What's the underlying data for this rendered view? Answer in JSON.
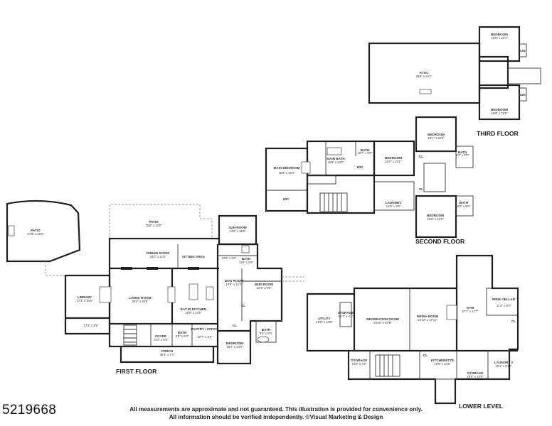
{
  "floors": {
    "first": "FIRST FLOOR",
    "second": "SECOND FLOOR",
    "third": "THIRD FLOOR",
    "lower": "LOWER LEVEL"
  },
  "rooms": {
    "patio_left": {
      "name": "PATIO",
      "dims": "27'8\" x 28'0\""
    },
    "patio_top": {
      "name": "PATIO",
      "dims": "35'6\" x 13'8\""
    },
    "sun_room": {
      "name": "SUN ROOM",
      "dims": "13'9\" x 11'8\""
    },
    "dining_room": {
      "name": "DINING ROOM",
      "dims": "43'0\" x 12'8\""
    },
    "sitting_area": {
      "name": "SITTING AREA",
      "dims": ""
    },
    "dims_109": {
      "name": "",
      "dims": "10'9\" x 8'5\""
    },
    "bath_first": {
      "name": "BATH",
      "dims": "11'6\" x 5'8\""
    },
    "library": {
      "name": "LIBRARY",
      "dims": "17'3\" x 16'6\""
    },
    "living_room": {
      "name": "LIVING ROOM",
      "dims": "25'3\" x 20'5\""
    },
    "dog_room": {
      "name": "DOG ROOM",
      "dims": "10'8\" x 12'3\""
    },
    "mud_room": {
      "name": "MUD ROOM",
      "dims": "12'3\" x 8'5\""
    },
    "eat_in_kitchen": {
      "name": "EAT IN KITCHEN",
      "dims": "20'5\" x 14'5\""
    },
    "porch_left": {
      "name": "",
      "dims": "17'3\" x 8'5\""
    },
    "foyer": {
      "name": "FOYER",
      "dims": "14'4\" x 9'5\""
    },
    "bath_small": {
      "name": "BATH",
      "dims": "5'8\" x 5'0\""
    },
    "pantry": {
      "name": "PANTRY / OFFICE",
      "dims": "10'7\" x 9'2\""
    },
    "bedroom_first": {
      "name": "BEDROOM",
      "dims": "15'7\" x 14'0\""
    },
    "bath_bed_first": {
      "name": "BATH",
      "dims": "9'2\" x 8'6\""
    },
    "porch": {
      "name": "PORCH",
      "dims": "38'2\" x 7'4\""
    },
    "attic": {
      "name": "ATTIC",
      "dims": "43'6\" x 24'2\""
    },
    "bed3_top": {
      "name": "BEDROOM",
      "dims": "16'5\" x 15'4\""
    },
    "bed3_bottom": {
      "name": "BEDROOM",
      "dims": "16'9\" x 15'5\""
    },
    "main_bedroom": {
      "name": "MAIN BEDROOM",
      "dims": "16'6\" x 16'4\""
    },
    "main_bath": {
      "name": "MAIN BATH",
      "dims": "16'6\" x 13'5\""
    },
    "bath_2nd": {
      "name": "BATH",
      "dims": "10'7\" x 5'6\""
    },
    "wic_a": {
      "name": "WIC",
      "dims": ""
    },
    "wic_b": {
      "name": "WIC",
      "dims": ""
    },
    "bed2_mid": {
      "name": "BEDROOM",
      "dims": "15'9\" x 15'1\""
    },
    "bed2_top": {
      "name": "BEDROOM",
      "dims": "18'1\" x 15'6\""
    },
    "bath_2nd_b": {
      "name": "BATH",
      "dims": "9'2\" x 7'0\""
    },
    "laundry": {
      "name": "LAUNDRY",
      "dims": "15'9\" x 9'5\""
    },
    "bath_2nd_c": {
      "name": "BATH",
      "dims": "9'2\" x 6'5\""
    },
    "bed2_bottom": {
      "name": "BEDROOM",
      "dims": "16'9\" x 15'5\""
    },
    "utility": {
      "name": "UTILITY",
      "dims": "18'0\" x 12'0\""
    },
    "storage_a": {
      "name": "STORAGE",
      "dims": "16'7\" x 4'1\""
    },
    "recreation": {
      "name": "RECREATION ROOM",
      "dims": "24'10\" x 22'8\""
    },
    "media": {
      "name": "MEDIA ROOM",
      "dims": "24'10\" x 17'11\""
    },
    "gym": {
      "name": "GYM",
      "dims": "37'7\" x 12'7\""
    },
    "wine": {
      "name": "WINE CELLAR",
      "dims": "11'4\" x 9'4\""
    },
    "storage_b": {
      "name": "STORAGE",
      "dims": "10'5\" x 4'6\""
    },
    "kitchenette": {
      "name": "KITCHENETTE",
      "dims": "10'6\" x 10'5\""
    },
    "storage_c": {
      "name": "STORAGE",
      "dims": "20'5\" x 13'9\""
    },
    "laundry2": {
      "name": "LAUNDRY 2",
      "dims": "10'1\" x 9'10\""
    }
  },
  "small_labels": {
    "cl": "CL",
    "bath": "BATH",
    "wic": "WIC",
    "linen": "LIN"
  },
  "footer": {
    "line1": "All measurements are approximate and not guaranteed. This illustration is provided for convenience only.",
    "line2": "All information should be verified independently. ©Visual Marketing & Design"
  },
  "listing_id": "5219668"
}
